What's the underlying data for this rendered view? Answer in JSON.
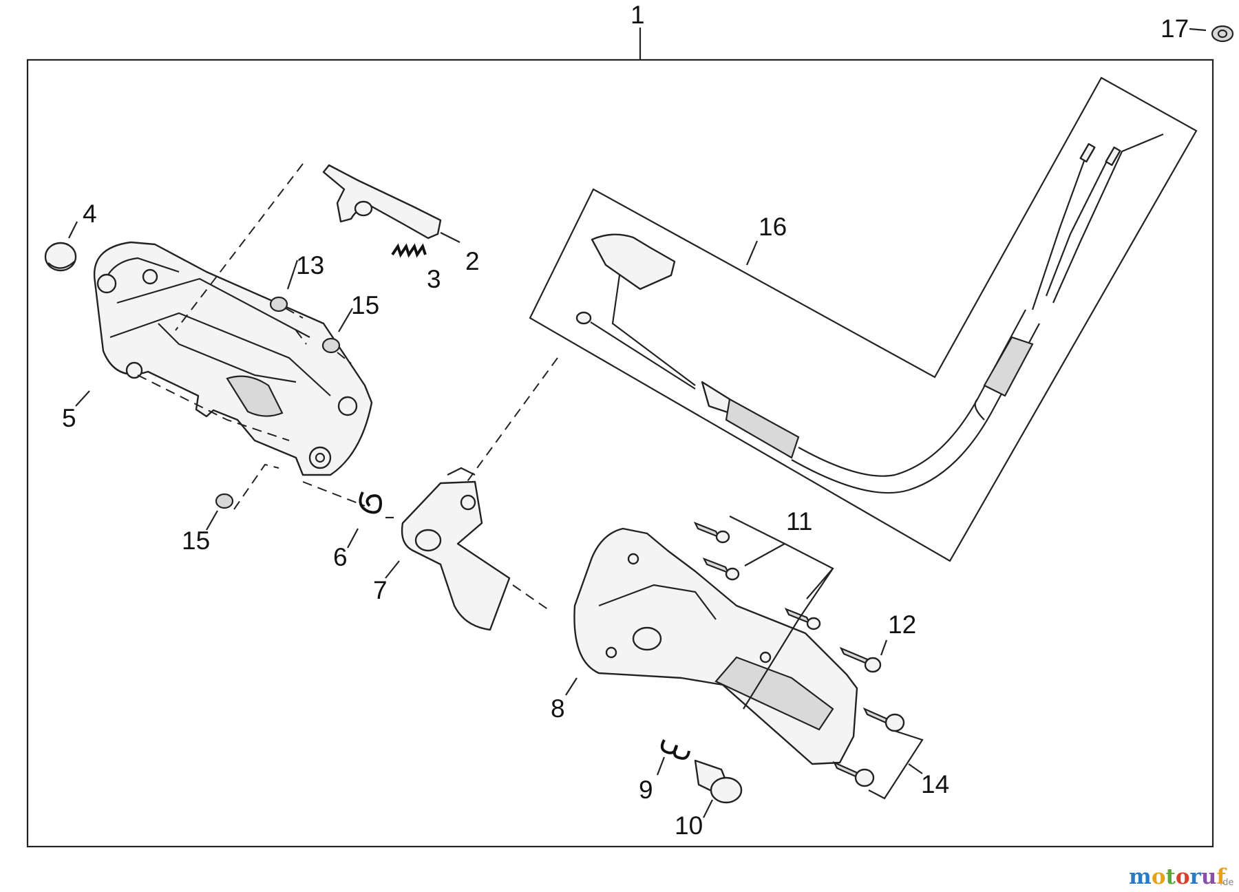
{
  "labels": {
    "l1": "1",
    "l2": "2",
    "l3": "3",
    "l4": "4",
    "l5": "5",
    "l6": "6",
    "l7": "7",
    "l8": "8",
    "l9": "9",
    "l10": "10",
    "l11": "11",
    "l12": "12",
    "l13": "13",
    "l14": "14",
    "l15a": "15",
    "l15b": "15",
    "l16": "16",
    "l17": "17"
  },
  "watermark": {
    "letters": [
      "m",
      "o",
      "t",
      "o",
      "r",
      "u",
      "f"
    ],
    "suffix": ".de",
    "colors": [
      "#2b7bc4",
      "#e8a21a",
      "#5aa53c",
      "#d6402f",
      "#2b7bc4",
      "#8a4fa8",
      "#e8a21a"
    ]
  }
}
